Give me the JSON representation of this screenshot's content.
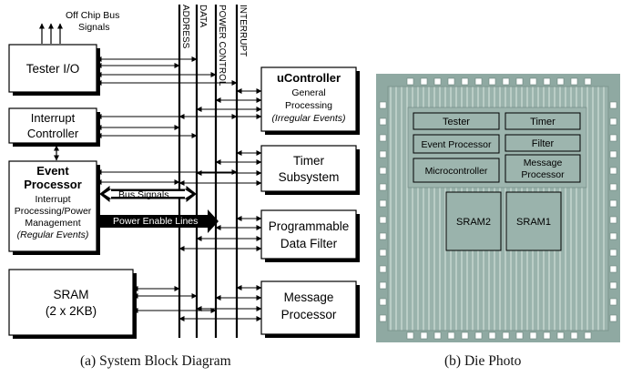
{
  "block_diagram": {
    "off_chip_label_line1": "Off Chip Bus",
    "off_chip_label_line2": "Signals",
    "buses": [
      "ADDRESS",
      "DATA",
      "POWER CONTROL",
      "INTERRUPT"
    ],
    "tester_io": "Tester I/O",
    "interrupt_controller_line1": "Interrupt",
    "interrupt_controller_line2": "Controller",
    "event_processor": {
      "title_line1": "Event",
      "title_line2": "Processor",
      "desc_line1": "Interrupt",
      "desc_line2": "Processing/Power",
      "desc_line3": "Management",
      "desc_line4": "(Regular Events)"
    },
    "sram_line1": "SRAM",
    "sram_line2": "(2 x 2KB)",
    "bus_signals_label": "Bus Signals",
    "power_enable_label": "Power Enable Lines",
    "ucontroller": {
      "title": "uController",
      "line2": "General",
      "line3": "Processing",
      "line4": "(Irregular Events)"
    },
    "timer_line1": "Timer",
    "timer_line2": "Subsystem",
    "filter_line1": "Programmable",
    "filter_line2": "Data Filter",
    "message_line1": "Message",
    "message_line2": "Processor"
  },
  "die_photo": {
    "blocks": {
      "tester": "Tester",
      "timer": "Timer",
      "event_processor": "Event Processor",
      "filter": "Filter",
      "microcontroller": "Microcontroller",
      "message_line1": "Message",
      "message_line2": "Processor",
      "sram2": "SRAM2",
      "sram1": "SRAM1"
    }
  },
  "captions": {
    "a": "(a)  System Block Diagram",
    "b": "(b)  Die Photo"
  },
  "colors": {
    "die_background": "#8fa9a2",
    "die_pad": "#ffffff",
    "line_color": "#000000"
  }
}
